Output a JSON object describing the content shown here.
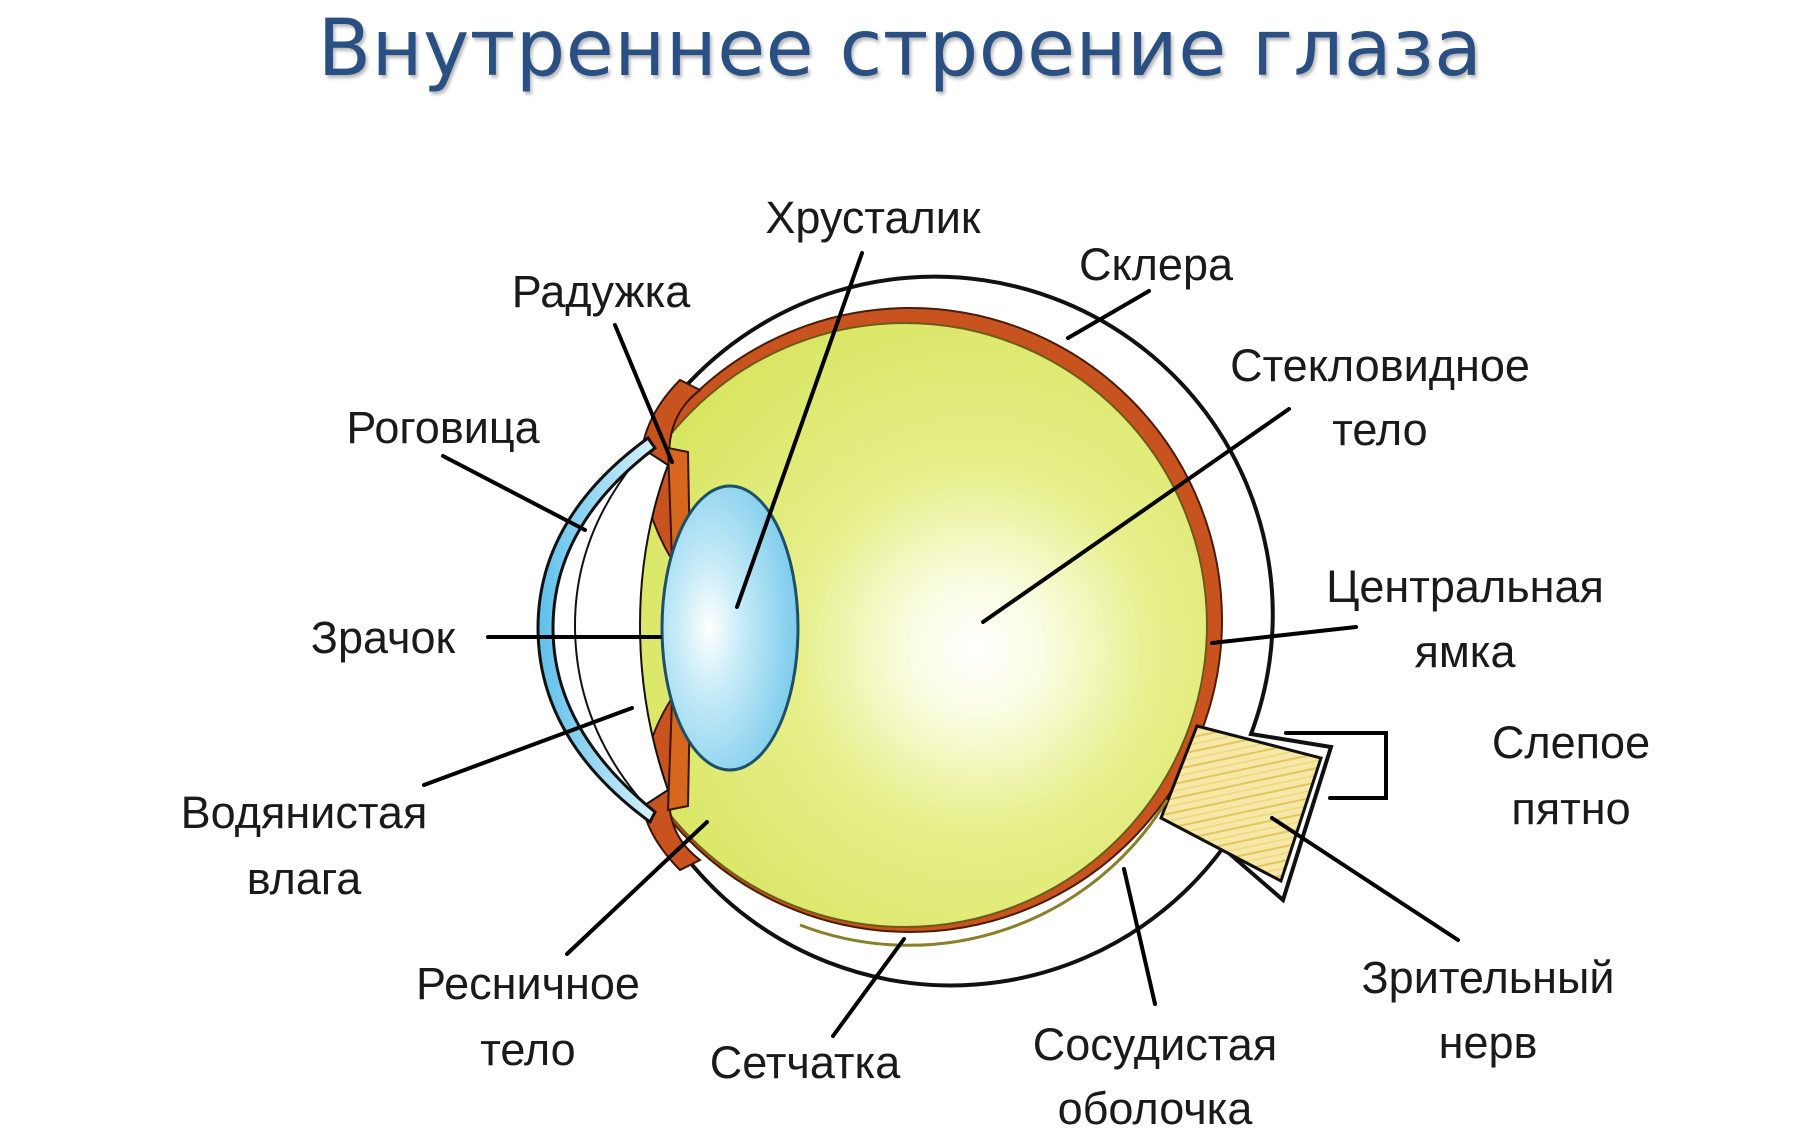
{
  "title": "Внутреннее строение глаза",
  "labels": {
    "lens": "Хрусталик",
    "sclera": "Склера",
    "iris": "Радужка",
    "vitreous_line1": "Стекловидное",
    "vitreous_line2": "тело",
    "cornea": "Роговица",
    "fovea_line1": "Центральная",
    "fovea_line2": "ямка",
    "pupil": "Зрачок",
    "blind_spot_line1": "Слепое",
    "blind_spot_line2": "пятно",
    "aqueous_line1": "Водянистая",
    "aqueous_line2": "влага",
    "ciliary_line1": "Ресничное",
    "ciliary_line2": "тело",
    "retina": "Сетчатка",
    "choroid_line1": "Сосудистая",
    "choroid_line2": "оболочка",
    "optic_nerve_line1": "Зрительный",
    "optic_nerve_line2": "нерв"
  },
  "colors": {
    "title": "#2a4f82",
    "vitreous": "#dde96a",
    "lens": "#8fd3ef",
    "cornea": "#6fc8ec",
    "choroid": "#c9531f",
    "optic_nerve": "#f4e59a",
    "sclera": "#ffffff"
  }
}
